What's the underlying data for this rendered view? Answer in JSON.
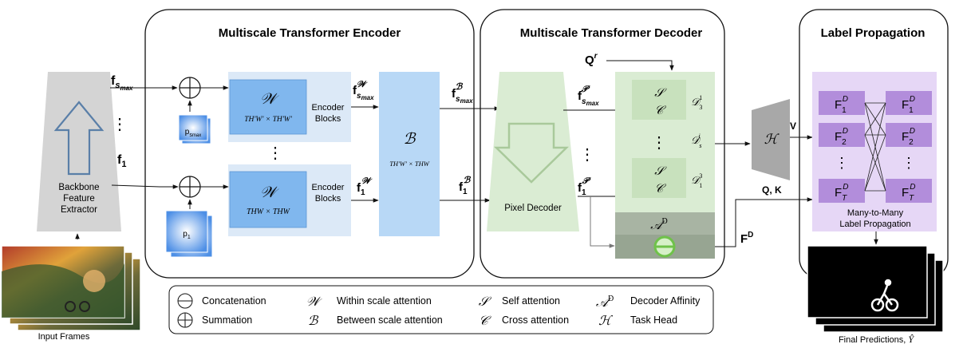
{
  "panels": {
    "encoder_title": "Multiscale Transformer Encoder",
    "decoder_title": "Multiscale Transformer Decoder",
    "propagation_title": "Label Propagation"
  },
  "backbone": {
    "label_line1": "Backbone",
    "label_line2": "Feature",
    "label_line3": "Extractor",
    "out_top_main": "f",
    "out_top_sub": "s",
    "out_top_subsub": "max",
    "vdots": "⋮",
    "out_bottom_main": "f",
    "out_bottom_sub": "1"
  },
  "input": {
    "caption": "Input Frames"
  },
  "encoder": {
    "pos_top_main": "p",
    "pos_top_sub": "s",
    "pos_top_subsub": "max",
    "pos_bottom_main": "p",
    "pos_bottom_sub": "1",
    "w_symbol": "𝒲",
    "w_top_dims": "TH′W′ × TH′W′",
    "w_bottom_dims": "THW × THW",
    "blocks_line1": "Encoder",
    "blocks_line2": "Blocks",
    "vdots": "⋮",
    "out_top_main": "f",
    "out_top_sub": "s",
    "out_top_subsub": "max",
    "out_top_sup": "𝒲",
    "out_bottom_main": "f",
    "out_bottom_sub": "1",
    "out_bottom_sup": "𝒲",
    "b_symbol": "ℬ",
    "b_dims": "TH′W′ × THW",
    "b_out_top_main": "f",
    "b_out_top_sub": "s",
    "b_out_top_subsub": "max",
    "b_out_top_sup": "ℬ",
    "b_out_bottom_main": "f",
    "b_out_bottom_sub": "1",
    "b_out_bottom_sup": "ℬ"
  },
  "decoder": {
    "query_main": "Q",
    "query_sup": "r",
    "pixel_decoder_label": "Pixel Decoder",
    "p_top_main": "f",
    "p_top_sub": "s",
    "p_top_subsub": "max",
    "p_top_sup": "𝒫",
    "p_bottom_main": "f",
    "p_bottom_sub": "1",
    "p_bottom_sup": "𝒫",
    "vdots": "⋮",
    "self_symbol": "𝒮",
    "cross_symbol": "𝒞",
    "d_top": "𝒟",
    "d_top_sub": "3",
    "d_top_sup": "1",
    "d_mid": "𝒟",
    "d_mid_sub": "s",
    "d_mid_sup": "i",
    "d_bottom": "𝒟",
    "d_bottom_sub": "1",
    "d_bottom_sup": "3",
    "affinity_main": "𝒜",
    "affinity_sup": "D",
    "f_out_main": "F",
    "f_out_sup": "D"
  },
  "task_head": {
    "symbol": "ℋ",
    "v_label": "V",
    "qk_label": "Q, K"
  },
  "propagation": {
    "left_nodes": [
      {
        "main": "F",
        "sub": "1",
        "sup": "D"
      },
      {
        "main": "F",
        "sub": "2",
        "sup": "D"
      },
      {
        "main": "F",
        "sub": "T",
        "sup": "D"
      }
    ],
    "right_nodes": [
      {
        "main": "F",
        "sub": "1",
        "sup": "D"
      },
      {
        "main": "F",
        "sub": "2",
        "sup": "D"
      },
      {
        "main": "F",
        "sub": "T",
        "sup": "D"
      }
    ],
    "vdots": "⋮",
    "caption_line1": "Many-to-Many",
    "caption_line2": "Label Propagation"
  },
  "output": {
    "caption": "Final Predictions, ",
    "caption_symbol": "Ŷ"
  },
  "legend": {
    "items": [
      {
        "symbol": "concat",
        "label": "Concatenation"
      },
      {
        "symbol": "sum",
        "label": "Summation"
      },
      {
        "symbol": "𝒲",
        "label": "Within scale attention"
      },
      {
        "symbol": "ℬ",
        "label": "Between scale attention"
      },
      {
        "symbol": "𝒮",
        "label": "Self attention"
      },
      {
        "symbol": "𝒞",
        "label": "Cross attention"
      },
      {
        "symbol": "𝒜",
        "symbol_sup": "D",
        "label": "Decoder Affinity"
      },
      {
        "symbol": "ℋ",
        "label": "Task Head"
      }
    ]
  },
  "colors": {
    "backbone_gray": "#d4d4d4",
    "attn_blue": "#80b7ee",
    "blocks_blue": "#dce9f7",
    "b_blue": "#b8d8f6",
    "decoder_green": "#daecd3",
    "sc_green": "#c8e1bd",
    "affinity_gray": "#a8b4a3",
    "head_gray": "#a8a8a8",
    "prop_lavender": "#e6d7f6",
    "node_purple": "#b28ddb"
  }
}
